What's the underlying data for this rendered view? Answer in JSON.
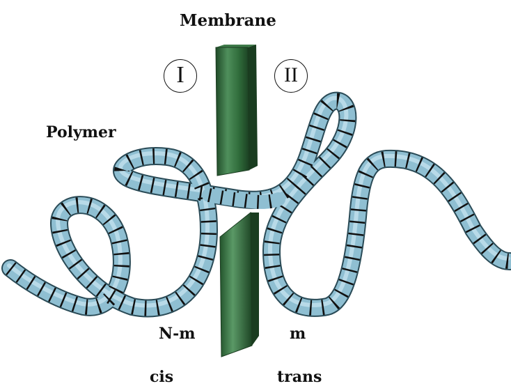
{
  "labels": {
    "membrane": "Membrane",
    "polymer": "Polymer",
    "region_one": "I",
    "region_two": "II",
    "segments_cis": "N-m",
    "segments_trans": "m",
    "side_cis": "cis",
    "side_trans": "trans"
  },
  "colors": {
    "membrane": "#2f6b3a",
    "polymer": "#8fbfd2",
    "polymer_segment_line": "#111111"
  }
}
